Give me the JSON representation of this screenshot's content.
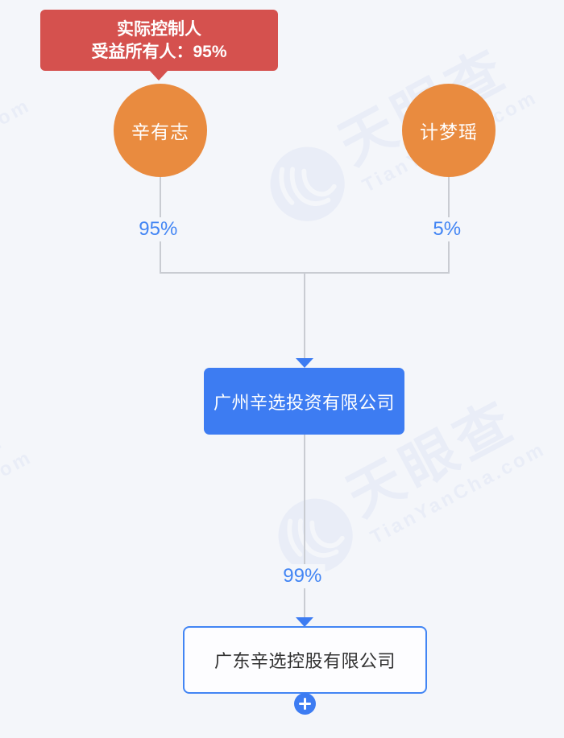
{
  "controller_badge": {
    "line1": "实际控制人",
    "line2": "受益所有人：95%",
    "background_color": "#d5514e"
  },
  "shareholders": [
    {
      "name": "辛有志",
      "share_percent": "95%"
    },
    {
      "name": "计梦瑶",
      "share_percent": "5%"
    }
  ],
  "intermediate_company": {
    "name": "广州辛选投资有限公司",
    "share_in_target": "99%",
    "background_color": "#3d7cf2"
  },
  "target_company": {
    "name": "广东辛选控股有限公司",
    "border_color": "#4285f4"
  },
  "expand_button": {
    "icon": "plus-icon"
  },
  "watermark": {
    "brand": "天眼查",
    "domain": "TianYanCha.com"
  },
  "colors": {
    "background": "#f4f6fa",
    "accent_blue": "#3d7cf2",
    "percent_text_blue": "#4285f4",
    "person_orange": "#e98b3f",
    "badge_red": "#d5514e",
    "connector_gray": "#c9ccd2",
    "watermark_blue": "#e9edf7"
  }
}
